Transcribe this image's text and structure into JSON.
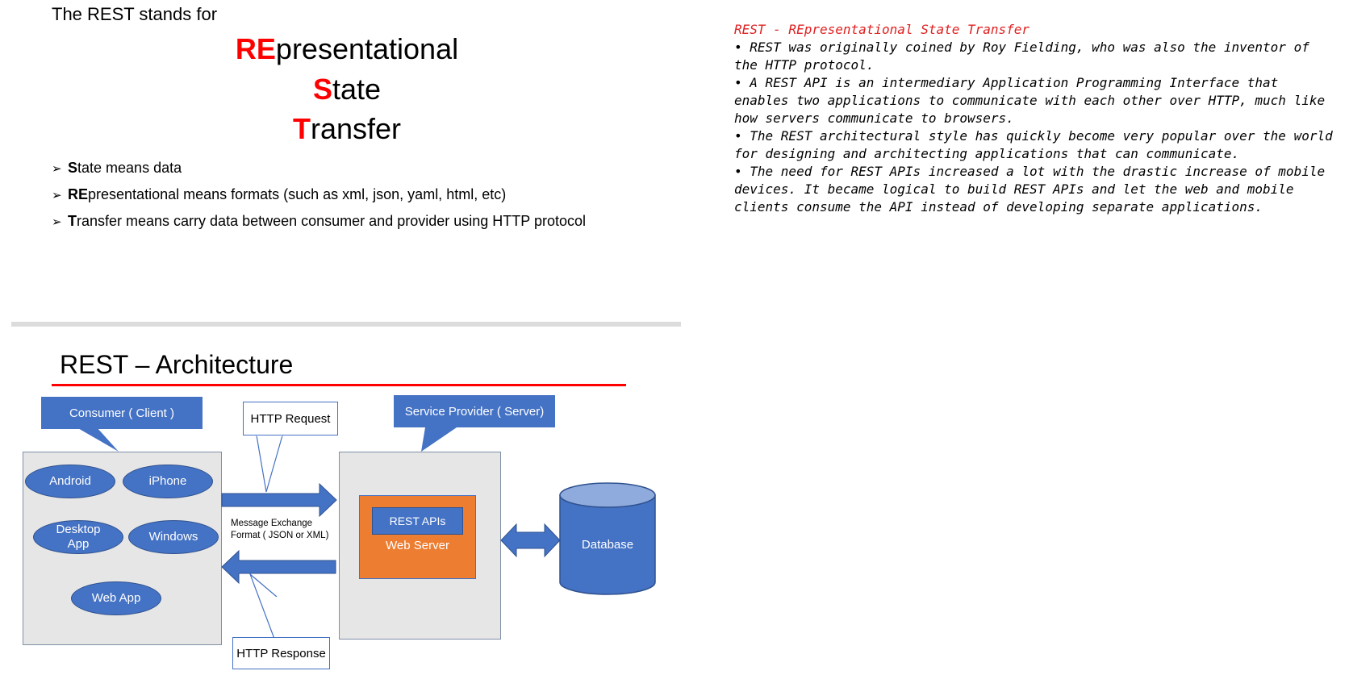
{
  "intro": "The REST stands for",
  "acronym": [
    {
      "hi": "RE",
      "rest": "presentational"
    },
    {
      "hi": "S",
      "rest": "tate"
    },
    {
      "hi": "T",
      "rest": "ransfer"
    }
  ],
  "bullets": [
    {
      "bold": "S",
      "text": "tate means data"
    },
    {
      "bold": "RE",
      "text": "presentational means formats (such as xml, json, yaml, html, etc)"
    },
    {
      "bold": "T",
      "text": "ransfer means carry data between consumer and provider using HTTP protocol"
    }
  ],
  "notes": {
    "title": "REST - REpresentational State Transfer",
    "points": [
      "• REST was originally coined by Roy Fielding, who was also the inventor of the HTTP protocol.",
      "• A REST API is an intermediary Application Programming Interface that enables two applications to communicate with each other over HTTP, much like how servers communicate to browsers.",
      "• The REST architectural style has quickly become very popular over the world for designing and architecting applications that can communicate.",
      "• The need for REST APIs increased a lot with the drastic increase of mobile devices. It became logical to build REST APIs and let the web and mobile clients consume the API instead of developing separate applications."
    ]
  },
  "architecture": {
    "title": "REST – Architecture",
    "consumer_label": "Consumer ( Client )",
    "provider_label": "Service Provider ( Server)",
    "http_request": "HTTP Request",
    "http_response": "HTTP Response",
    "message_line1": "Message Exchange",
    "message_line2": "Format ( JSON or XML)",
    "clients": {
      "android": "Android",
      "iphone": "iPhone",
      "desktop_line1": "Desktop",
      "desktop_line2": "App",
      "windows": "Windows",
      "webapp": "Web App"
    },
    "rest_apis": "REST APIs",
    "web_server": "Web Server",
    "database": "Database",
    "colors": {
      "blue": "#4472c4",
      "orange": "#ed7d31",
      "panel": "#e7e6e6",
      "accent_red": "#ff0000"
    }
  }
}
